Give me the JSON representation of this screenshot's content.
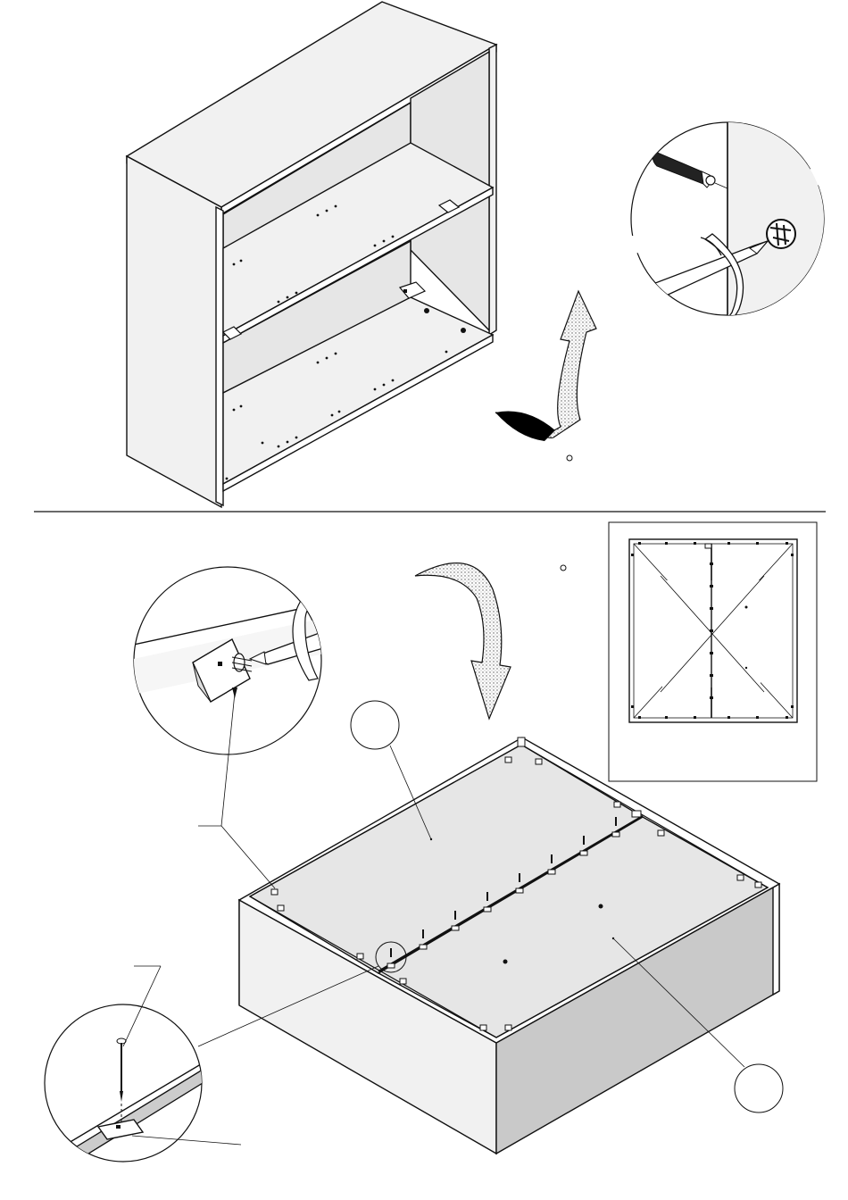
{
  "diagram": {
    "sections": [
      {
        "name": "cabinet-with-shelves",
        "callouts": [
          "dowel-and-cam-lock-detail"
        ]
      },
      {
        "name": "cabinet-back-assembly",
        "callouts": [
          "cam-screw-detail",
          "nail-and-clip-detail",
          "back-panel-layout-view"
        ]
      }
    ],
    "colors": {
      "line": "#111111",
      "panel": "#e6e6e6",
      "panel_dark": "#c9c9c9",
      "background": "#ffffff",
      "arrow_fill": "#d8d8d8",
      "arrow_band": "#000000"
    }
  }
}
